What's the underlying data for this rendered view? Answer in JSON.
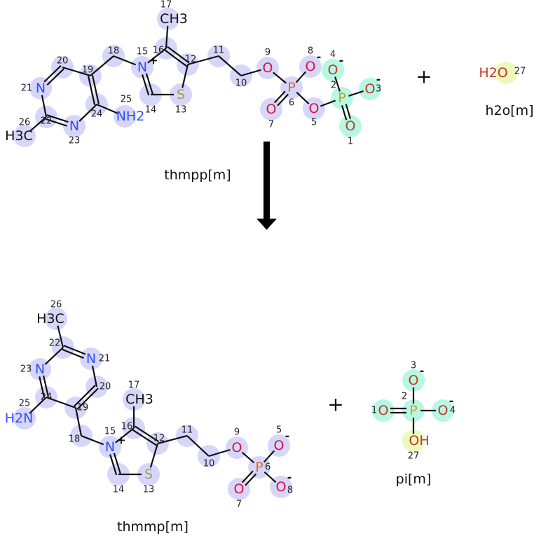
{
  "reaction": {
    "plus_sign": "+",
    "colors": {
      "lavender": "#d6d6fa",
      "mint": "#b8f7e2",
      "lime": "#eafbbd",
      "N": "#3050f8",
      "O": "#e0103a",
      "O_mint": "#c0392b",
      "P": "#dd6a20",
      "P_mint": "#c8a020",
      "S": "#a89c40",
      "C": "#111111"
    },
    "molecules": [
      {
        "name": "thmpp[m]",
        "atoms": [
          {
            "n": "1",
            "label": "O",
            "el": "O",
            "hl": "mint"
          },
          {
            "n": "2",
            "label": "P",
            "el": "P",
            "hl": "mint"
          },
          {
            "n": "3",
            "label": "O",
            "el": "O",
            "hl": "mint",
            "charge": "-"
          },
          {
            "n": "4",
            "label": "O",
            "el": "O",
            "hl": "mint",
            "charge": "-"
          },
          {
            "n": "5",
            "label": "O",
            "el": "O",
            "hl": "lavender"
          },
          {
            "n": "6",
            "label": "P",
            "el": "P",
            "hl": "lavender"
          },
          {
            "n": "7",
            "label": "O",
            "el": "O",
            "hl": "lavender"
          },
          {
            "n": "8",
            "label": "O",
            "el": "O",
            "hl": "lavender",
            "charge": "-"
          },
          {
            "n": "9",
            "label": "O",
            "el": "O",
            "hl": "lavender"
          },
          {
            "n": "10",
            "label": "",
            "el": "C",
            "hl": "lavender"
          },
          {
            "n": "11",
            "label": "",
            "el": "C",
            "hl": "lavender"
          },
          {
            "n": "12",
            "label": "",
            "el": "C",
            "hl": "lavender"
          },
          {
            "n": "13",
            "label": "S",
            "el": "S",
            "hl": "lavender"
          },
          {
            "n": "14",
            "label": "",
            "el": "C",
            "hl": "lavender"
          },
          {
            "n": "15",
            "label": "N",
            "el": "N",
            "hl": "lavender",
            "charge": "+"
          },
          {
            "n": "16",
            "label": "",
            "el": "C",
            "hl": "lavender"
          },
          {
            "n": "17",
            "label": "CH3",
            "el": "C",
            "hl": "lavender"
          },
          {
            "n": "18",
            "label": "",
            "el": "C",
            "hl": "lavender"
          },
          {
            "n": "19",
            "label": "",
            "el": "C",
            "hl": "lavender"
          },
          {
            "n": "20",
            "label": "",
            "el": "C",
            "hl": "lavender"
          },
          {
            "n": "21",
            "label": "N",
            "el": "N",
            "hl": "lavender"
          },
          {
            "n": "22",
            "label": "",
            "el": "C",
            "hl": "lavender"
          },
          {
            "n": "23",
            "label": "N",
            "el": "N",
            "hl": "lavender"
          },
          {
            "n": "24",
            "label": "",
            "el": "C",
            "hl": "lavender"
          },
          {
            "n": "25",
            "label": "NH2",
            "el": "N",
            "hl": "lavender"
          },
          {
            "n": "26",
            "label": "H3C",
            "el": "C",
            "hl": "lavender"
          }
        ],
        "bonds": [
          [
            "17",
            "16",
            1
          ],
          [
            "16",
            "15",
            1
          ],
          [
            "16",
            "12",
            2
          ],
          [
            "12",
            "13",
            1
          ],
          [
            "13",
            "14",
            1
          ],
          [
            "14",
            "15",
            2
          ],
          [
            "15",
            "18",
            1
          ],
          [
            "18",
            "19",
            1
          ],
          [
            "19",
            "20",
            1
          ],
          [
            "20",
            "21",
            2
          ],
          [
            "21",
            "22",
            1
          ],
          [
            "22",
            "23",
            2
          ],
          [
            "23",
            "24",
            1
          ],
          [
            "24",
            "19",
            2
          ],
          [
            "24",
            "25",
            1
          ],
          [
            "22",
            "26",
            1
          ],
          [
            "12",
            "11",
            1
          ],
          [
            "11",
            "10",
            1
          ],
          [
            "10",
            "9",
            1
          ],
          [
            "9",
            "6",
            1
          ],
          [
            "6",
            "8",
            1
          ],
          [
            "6",
            "7",
            2
          ],
          [
            "6",
            "5",
            1
          ],
          [
            "5",
            "2",
            1
          ],
          [
            "2",
            "4",
            1
          ],
          [
            "2",
            "3",
            1
          ],
          [
            "2",
            "1",
            2
          ]
        ]
      },
      {
        "name": "h2o[m]",
        "atoms": [
          {
            "n": "27",
            "label": "H2O",
            "el": "O",
            "hl": "lime"
          }
        ],
        "bonds": []
      },
      {
        "name": "thmmp[m]",
        "atoms": [
          {
            "n": "5",
            "label": "O",
            "el": "O",
            "hl": "lavender",
            "charge": "-"
          },
          {
            "n": "6",
            "label": "P",
            "el": "P",
            "hl": "lavender"
          },
          {
            "n": "7",
            "label": "O",
            "el": "O",
            "hl": "lavender"
          },
          {
            "n": "8",
            "label": "O",
            "el": "O",
            "hl": "lavender",
            "charge": "-"
          },
          {
            "n": "9",
            "label": "O",
            "el": "O",
            "hl": "lavender"
          },
          {
            "n": "10",
            "label": "",
            "el": "C",
            "hl": "lavender"
          },
          {
            "n": "11",
            "label": "",
            "el": "C",
            "hl": "lavender"
          },
          {
            "n": "12",
            "label": "",
            "el": "C",
            "hl": "lavender"
          },
          {
            "n": "13",
            "label": "S",
            "el": "S",
            "hl": "lavender"
          },
          {
            "n": "14",
            "label": "",
            "el": "C",
            "hl": "lavender"
          },
          {
            "n": "15",
            "label": "N",
            "el": "N",
            "hl": "lavender",
            "charge": "+"
          },
          {
            "n": "16",
            "label": "",
            "el": "C",
            "hl": "lavender"
          },
          {
            "n": "17",
            "label": "CH3",
            "el": "C",
            "hl": "lavender"
          },
          {
            "n": "18",
            "label": "",
            "el": "C",
            "hl": "lavender"
          },
          {
            "n": "19",
            "label": "",
            "el": "C",
            "hl": "lavender"
          },
          {
            "n": "20",
            "label": "",
            "el": "C",
            "hl": "lavender"
          },
          {
            "n": "21",
            "label": "N",
            "el": "N",
            "hl": "lavender"
          },
          {
            "n": "22",
            "label": "",
            "el": "C",
            "hl": "lavender"
          },
          {
            "n": "23",
            "label": "N",
            "el": "N",
            "hl": "lavender"
          },
          {
            "n": "24",
            "label": "",
            "el": "C",
            "hl": "lavender"
          },
          {
            "n": "25",
            "label": "H2N",
            "el": "N",
            "hl": "lavender"
          },
          {
            "n": "26",
            "label": "H3C",
            "el": "C",
            "hl": "lavender"
          }
        ],
        "bonds": [
          [
            "17",
            "16",
            1
          ],
          [
            "16",
            "15",
            1
          ],
          [
            "16",
            "12",
            2
          ],
          [
            "12",
            "13",
            1
          ],
          [
            "13",
            "14",
            1
          ],
          [
            "14",
            "15",
            2
          ],
          [
            "15",
            "18",
            1
          ],
          [
            "18",
            "19",
            1
          ],
          [
            "19",
            "20",
            2
          ],
          [
            "20",
            "21",
            1
          ],
          [
            "21",
            "22",
            2
          ],
          [
            "22",
            "23",
            1
          ],
          [
            "23",
            "24",
            2
          ],
          [
            "24",
            "19",
            1
          ],
          [
            "24",
            "25",
            1
          ],
          [
            "22",
            "26",
            1
          ],
          [
            "12",
            "11",
            1
          ],
          [
            "11",
            "10",
            1
          ],
          [
            "10",
            "9",
            1
          ],
          [
            "9",
            "6",
            1
          ],
          [
            "6",
            "5",
            1
          ],
          [
            "6",
            "7",
            2
          ],
          [
            "6",
            "8",
            1
          ]
        ]
      },
      {
        "name": "pi[m]",
        "atoms": [
          {
            "n": "1",
            "label": "O",
            "el": "O",
            "hl": "mint"
          },
          {
            "n": "2",
            "label": "P",
            "el": "P",
            "hl": "mint"
          },
          {
            "n": "3",
            "label": "O",
            "el": "O",
            "hl": "mint",
            "charge": "-"
          },
          {
            "n": "4",
            "label": "O",
            "el": "O",
            "hl": "mint",
            "charge": "-"
          },
          {
            "n": "27",
            "label": "OH",
            "el": "O",
            "hl": "lime"
          }
        ],
        "bonds": [
          [
            "2",
            "1",
            2
          ],
          [
            "2",
            "3",
            1
          ],
          [
            "2",
            "4",
            1
          ],
          [
            "2",
            "27",
            1
          ]
        ]
      }
    ]
  }
}
